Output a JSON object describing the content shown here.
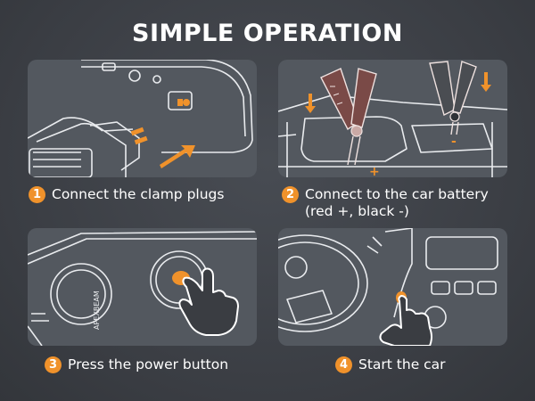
{
  "title": "SIMPLE OPERATION",
  "accent_color": "#f0922b",
  "steps": [
    {
      "number": "1",
      "lines": [
        "Connect the clamp plugs"
      ]
    },
    {
      "number": "2",
      "lines": [
        "Connect to the car battery",
        "(red +, black -)"
      ]
    },
    {
      "number": "3",
      "lines": [
        "Press the power button"
      ]
    },
    {
      "number": "4",
      "lines": [
        "Start the car"
      ]
    }
  ],
  "illustrations": {
    "battery_plus": "+",
    "battery_minus": "-",
    "device_brand": "APEXBEAM"
  }
}
